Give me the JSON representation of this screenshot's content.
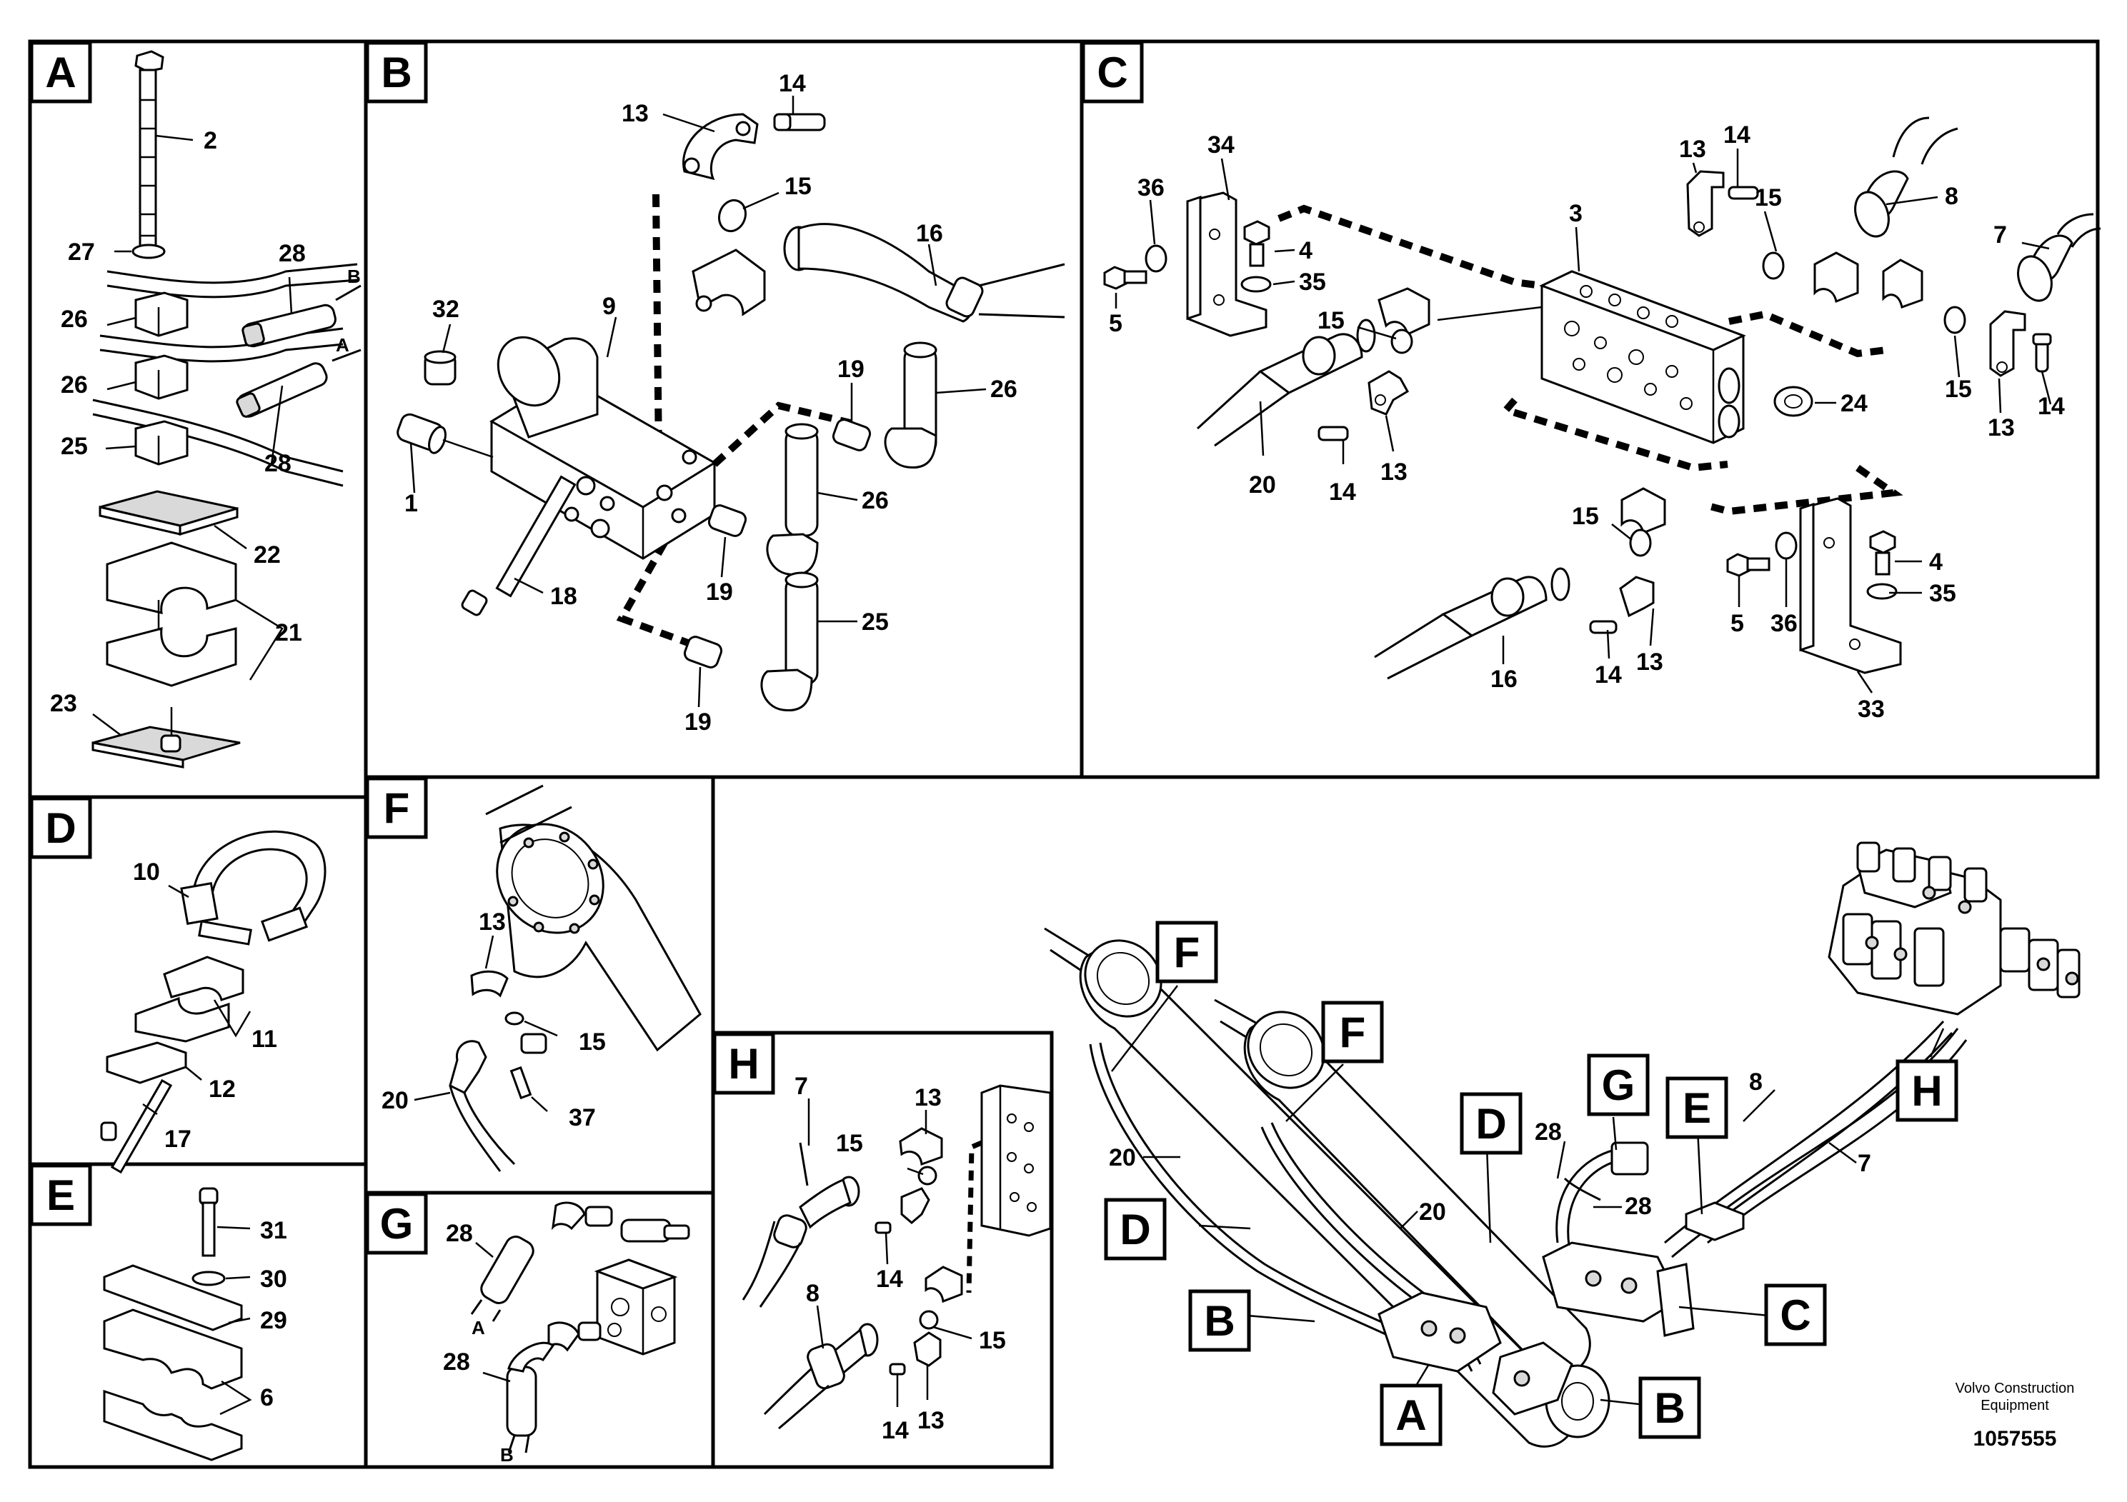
{
  "panels": {
    "A": {
      "letter": "A",
      "parts": [
        "2",
        "27",
        "28",
        "26",
        "26",
        "28",
        "25",
        "22",
        "21",
        "23"
      ],
      "hose_ends": [
        "B",
        "A"
      ]
    },
    "B": {
      "letter": "B",
      "parts": [
        "13",
        "14",
        "15",
        "16",
        "32",
        "9",
        "19",
        "26",
        "1",
        "26",
        "19",
        "18",
        "25",
        "19"
      ]
    },
    "C": {
      "letter": "C",
      "parts": [
        "34",
        "36",
        "4",
        "35",
        "5",
        "3",
        "13",
        "14",
        "15",
        "8",
        "7",
        "15",
        "24",
        "15",
        "13",
        "14",
        "20",
        "14",
        "13",
        "15",
        "4",
        "35",
        "5",
        "36",
        "16",
        "14",
        "13",
        "33"
      ]
    },
    "D": {
      "letter": "D",
      "parts": [
        "10",
        "11",
        "12",
        "17"
      ]
    },
    "E": {
      "letter": "E",
      "parts": [
        "31",
        "30",
        "29",
        "6"
      ]
    },
    "F": {
      "letter": "F",
      "parts": [
        "13",
        "15",
        "20",
        "37"
      ]
    },
    "G": {
      "letter": "G",
      "parts": [
        "28",
        "28"
      ],
      "hose_ends": [
        "A",
        "B"
      ]
    },
    "H": {
      "letter": "H",
      "parts": [
        "13",
        "15",
        "7",
        "14",
        "8",
        "15",
        "14",
        "13"
      ]
    }
  },
  "overview": {
    "callouts": [
      "F",
      "F",
      "G",
      "D",
      "E",
      "H",
      "D",
      "B",
      "C",
      "A",
      "B"
    ],
    "parts": [
      "20",
      "20",
      "28",
      "28",
      "8",
      "7"
    ]
  },
  "footer": {
    "credit_line1": "Volvo Construction",
    "credit_line2": "Equipment",
    "doc_number": "1057555"
  }
}
